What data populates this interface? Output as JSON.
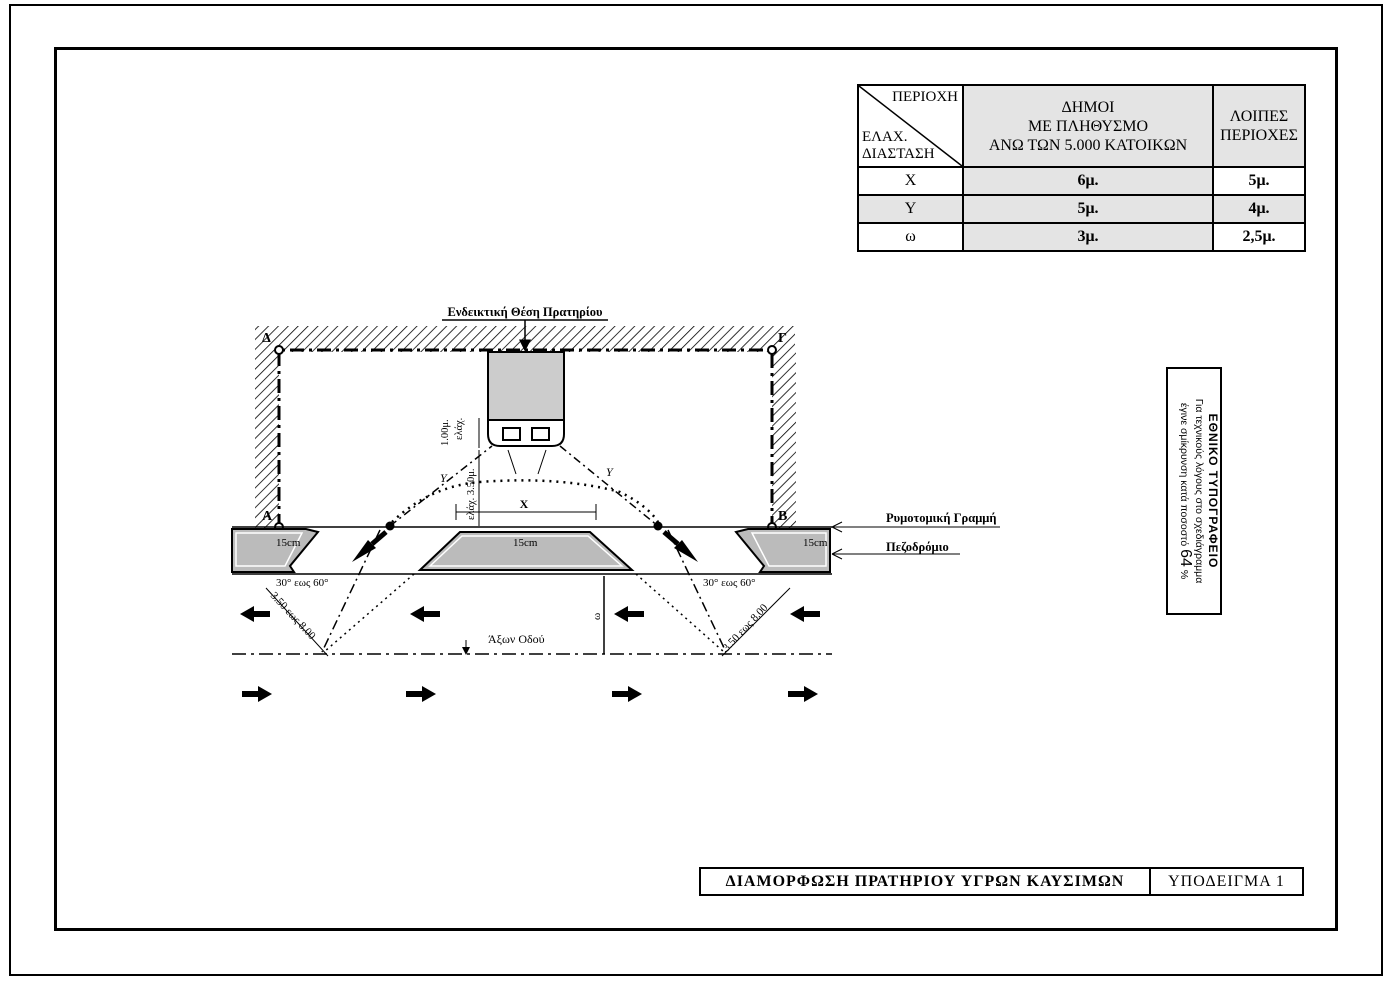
{
  "table": {
    "corner_top": "ΠΕΡΙΟΧΗ",
    "corner_bottom_1": "ΕΛΑΧ.",
    "corner_bottom_2": "ΔΙΑΣΤΑΣΗ",
    "col1_line1": "ΔΗΜΟΙ",
    "col1_line2": "ΜΕ ΠΛΗΘΥΣΜΟ",
    "col1_line3": "ΑΝΩ ΤΩΝ 5.000 ΚΑΤΟΙΚΩΝ",
    "col2_line1": "ΛΟΙΠΕΣ",
    "col2_line2": "ΠΕΡΙΟΧΕΣ",
    "rows": [
      {
        "label": "X",
        "col1": "6μ.",
        "col2": "5μ."
      },
      {
        "label": "Y",
        "col1": "5μ.",
        "col2": "4μ."
      },
      {
        "label": "ω",
        "col1": "3μ.",
        "col2": "2,5μ."
      }
    ]
  },
  "drawing": {
    "station_label": "Ενδεικτική Θέση Πρατηρίου",
    "building_line_label": "Ρυμοτομική Γραμμή",
    "sidewalk_label": "Πεζοδρόμιο",
    "road_axis_label": "Άξων Οδού",
    "corner_a": "Α",
    "corner_b": "Β",
    "corner_g": "Γ",
    "corner_d": "Δ",
    "curb_left": "15cm",
    "curb_center": "15cm",
    "curb_right": "15cm",
    "angle_left": "30° εως 60°",
    "angle_right": "30° εως 60°",
    "width_left": "3.50 εως 8.00",
    "width_right": "3.50 εως 8.00",
    "dim_x": "X",
    "dim_y_left": "Y",
    "dim_y_right": "Y",
    "dim_omega": "ω",
    "dim_1m_a": "1.00μ.",
    "dim_1m_b": "ελάχ.",
    "dim_350": "ελάχ. 3.50μ."
  },
  "stamp": {
    "title": "ΕΘΝΙΚΟ ΤΥΠΟΓΡΑΦΕΙΟ",
    "line1": "Για τεχνικούς λόγους στο σχεδιάγραμμα",
    "line2": "έγινε σμίκρυνση κατά ποσοστό",
    "percent": "64",
    "percent_sign": "%"
  },
  "title_block": {
    "title": "ΔΙΑΜΟΡΦΩΣΗ ΠΡΑΤΗΡΙΟΥ ΥΓΡΩΝ ΚΑΥΣΙΜΩΝ",
    "model": "ΥΠΟΔΕΙΓΜΑ 1"
  }
}
